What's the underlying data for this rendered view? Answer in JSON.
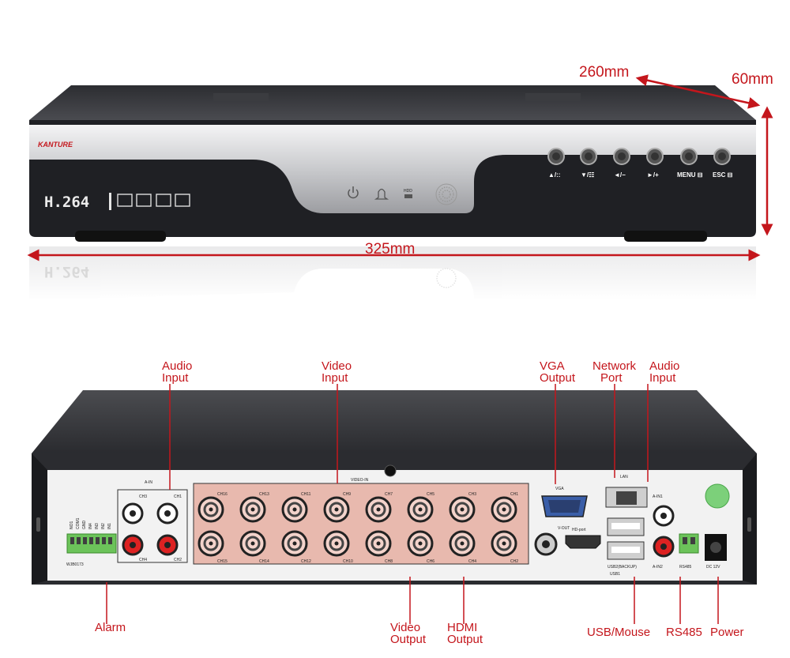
{
  "front": {
    "brand": "KANTURE",
    "codec": "H.264",
    "hdd_label": "HDD",
    "buttons": [
      "▲/::",
      "▼/☷",
      "◄/−",
      "►/+",
      "MENU ⊟",
      "ESC ⊟"
    ],
    "reflection_codec": "H.264"
  },
  "dimensions": {
    "depth": "260mm",
    "height": "60mm",
    "width": "325mm"
  },
  "rear": {
    "panel_labels": {
      "a_in": "A-IN",
      "video_in": "VIDEO-IN",
      "vga": "VGA",
      "lan": "LAN",
      "hd_port": "HD-port",
      "usb2": "USB2(BACKUP)",
      "usb1": "USB1",
      "a_in1": "A-IN1",
      "a_in2": "A-IN2",
      "rs485": "RS485",
      "dc12v": "DC 12V",
      "model": "WJB0173",
      "vout": "V-OUT",
      "alarm_pins": [
        "IN1",
        "IN2",
        "IN3",
        "IN4",
        "GND",
        "COM1",
        "NO1"
      ],
      "ch_top": [
        "CH16",
        "CH13",
        "CH11",
        "CH9",
        "CH7",
        "CH5",
        "CH3",
        "CH1"
      ],
      "ch_bottom": [
        "CH15",
        "CH14",
        "CH12",
        "CH10",
        "CH8",
        "CH6",
        "CH4",
        "CH2"
      ],
      "audio_ch": [
        "CH3",
        "CH4",
        "CH1",
        "CH2"
      ]
    },
    "callouts": {
      "audio_input_left": "Audio\nInput",
      "video_input": "Video\nInput",
      "vga_output": "VGA\nOutput",
      "network_port": "Network\nPort",
      "audio_input_right": "Audio\nInput",
      "alarm": "Alarm",
      "video_output": "Video\nOutput",
      "hdmi_output": "HDMI\nOutput",
      "usb_mouse": "USB/Mouse",
      "rs485": "RS485",
      "power": "Power"
    }
  },
  "colors": {
    "callout_red": "#c4161c",
    "bnc_fill": "#e8b9ae",
    "device_dark": "#1f2024"
  }
}
